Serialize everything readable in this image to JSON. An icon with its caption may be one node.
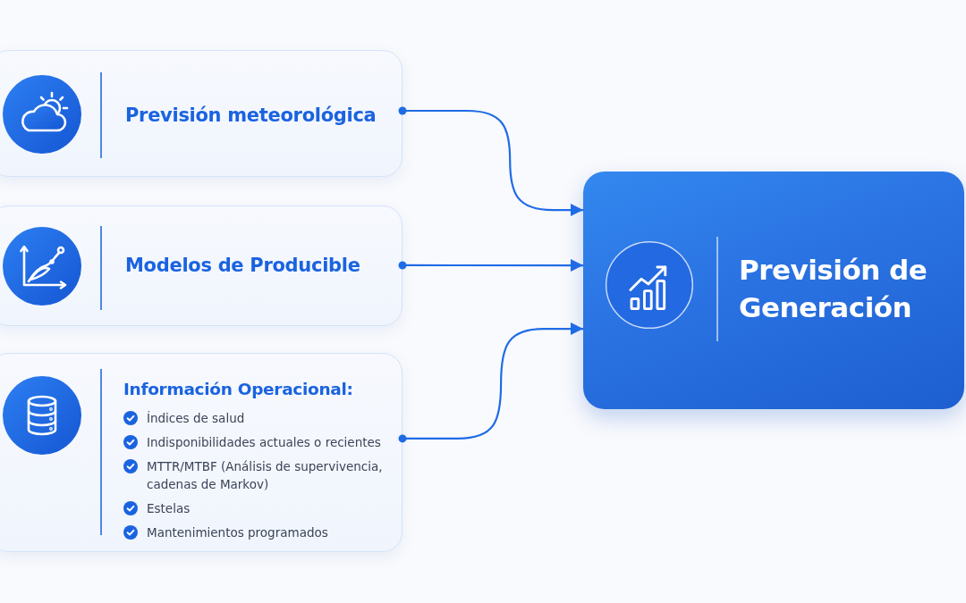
{
  "diagram": {
    "nodes": [
      {
        "text": [
          "Previsión meteorológica"
        ]
      },
      {
        "text": [
          "Modelos de Producible"
        ]
      },
      {
        "text": [
          "Información Operacional:",
          "Índices de salud",
          "Indisponibilidades actuales o recientes",
          "MTTR/MTBF (Análisis de supervivencia, cadenas de Markov)",
          "Estelas",
          "Mantenimientos programados"
        ]
      },
      {
        "text": [
          "Previsión de Generación"
        ]
      }
    ],
    "edges": [
      {
        "from": 0,
        "to": 3,
        "arrow": "to"
      },
      {
        "from": 1,
        "to": 3,
        "arrow": "to"
      },
      {
        "from": 2,
        "to": 3,
        "arrow": "to"
      }
    ]
  }
}
